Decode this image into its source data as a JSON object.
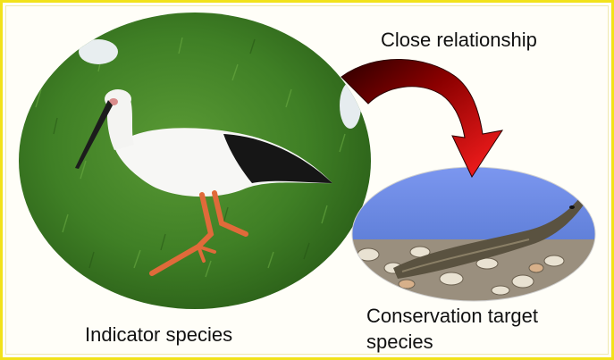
{
  "labels": {
    "relationship": "Close relationship",
    "indicator": "Indicator species",
    "target_line1": "Conservation target",
    "target_line2": "species"
  },
  "colors": {
    "frame": "#f2e21a",
    "arrow_dark": "#3a0000",
    "arrow_light": "#ff1a1a",
    "grass": "#3f7f25",
    "water": "#6e8fe8"
  },
  "icons": {
    "indicator_image": "white-stork-photo",
    "target_image": "loach-fish-photo",
    "arrow": "curved-arrow-icon"
  }
}
